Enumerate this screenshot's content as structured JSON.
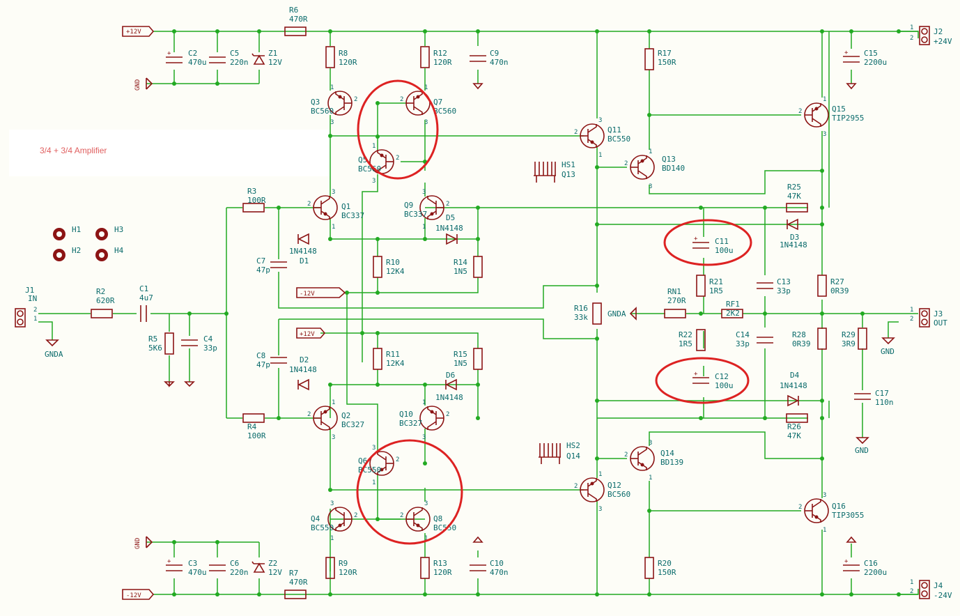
{
  "annotation": "3/4 + 3/4 Amplifier",
  "power_labels": {
    "vplus": "+12V",
    "vminus": "-12V",
    "vminus_mid": "-12V",
    "vplus_mid": "+12V",
    "gnd_top": "GND",
    "gnd_bottom": "GND",
    "gnda_in": "GNDA",
    "gnda_fb": "GNDA",
    "gnd_out1": "GND",
    "gnd_out2": "GND"
  },
  "connectors": {
    "j1": {
      "ref": "J1",
      "val": "IN",
      "p1": "1",
      "p2": "2"
    },
    "j2": {
      "ref": "J2",
      "val": "+24V",
      "p1": "1",
      "p2": "2"
    },
    "j3": {
      "ref": "J3",
      "val": "OUT",
      "p1": "1",
      "p2": "2"
    },
    "j4": {
      "ref": "J4",
      "val": "-24V",
      "p1": "1",
      "p2": "2"
    }
  },
  "mounting_holes": [
    "H1",
    "H2",
    "H3",
    "H4"
  ],
  "heatsinks": [
    {
      "ref": "HS1",
      "val": "Q13"
    },
    {
      "ref": "HS2",
      "val": "Q14"
    }
  ],
  "resistors": {
    "R2": "620R",
    "R3": "100R",
    "R4": "100R",
    "R5": "5K6",
    "R6": "470R",
    "R7": "470R",
    "R8": "120R",
    "R9": "120R",
    "R10": "12K4",
    "R11": "12K4",
    "R12": "120R",
    "R13": "120R",
    "R14": "1N5",
    "R15": "1N5",
    "R16": "33k",
    "R17": "150R",
    "R20": "150R",
    "R21": "1R5",
    "R22": "1R5",
    "R25": "47K",
    "R26": "47K",
    "R27": "0R39",
    "R28": "0R39",
    "R29": "3R9",
    "RN1": "270R",
    "RF1": "2K2"
  },
  "capacitors": {
    "C1": "4u7",
    "C2": "470u",
    "C3": "470u",
    "C4": "33p",
    "C5": "220n",
    "C6": "220n",
    "C7": "47p",
    "C8": "47p",
    "C9": "470n",
    "C10": "470n",
    "C11": "100u",
    "C12": "100u",
    "C13": "33p",
    "C14": "33p",
    "C15": "2200u",
    "C16": "2200u",
    "C17": "110n"
  },
  "diodes": {
    "D1": "1N4148",
    "D2": "1N4148",
    "D3": "1N4148",
    "D4": "1N4148",
    "D5": "1N4148",
    "D6": "1N4148",
    "Z1": "12V",
    "Z2": "12V"
  },
  "transistors": {
    "Q1": "BC337",
    "Q2": "BC327",
    "Q3": "BC560",
    "Q4": "BC550",
    "Q5": "BC560",
    "Q6": "BC550",
    "Q7": "BC560",
    "Q8": "BC550",
    "Q9": "BC337",
    "Q10": "BC327",
    "Q11": "BC550",
    "Q12": "BC560",
    "Q13": "BD140",
    "Q14": "BD139",
    "Q15": "TIP2955",
    "Q16": "TIP3055"
  },
  "pin_numbers": {
    "one": "1",
    "two": "2",
    "three": "3"
  }
}
